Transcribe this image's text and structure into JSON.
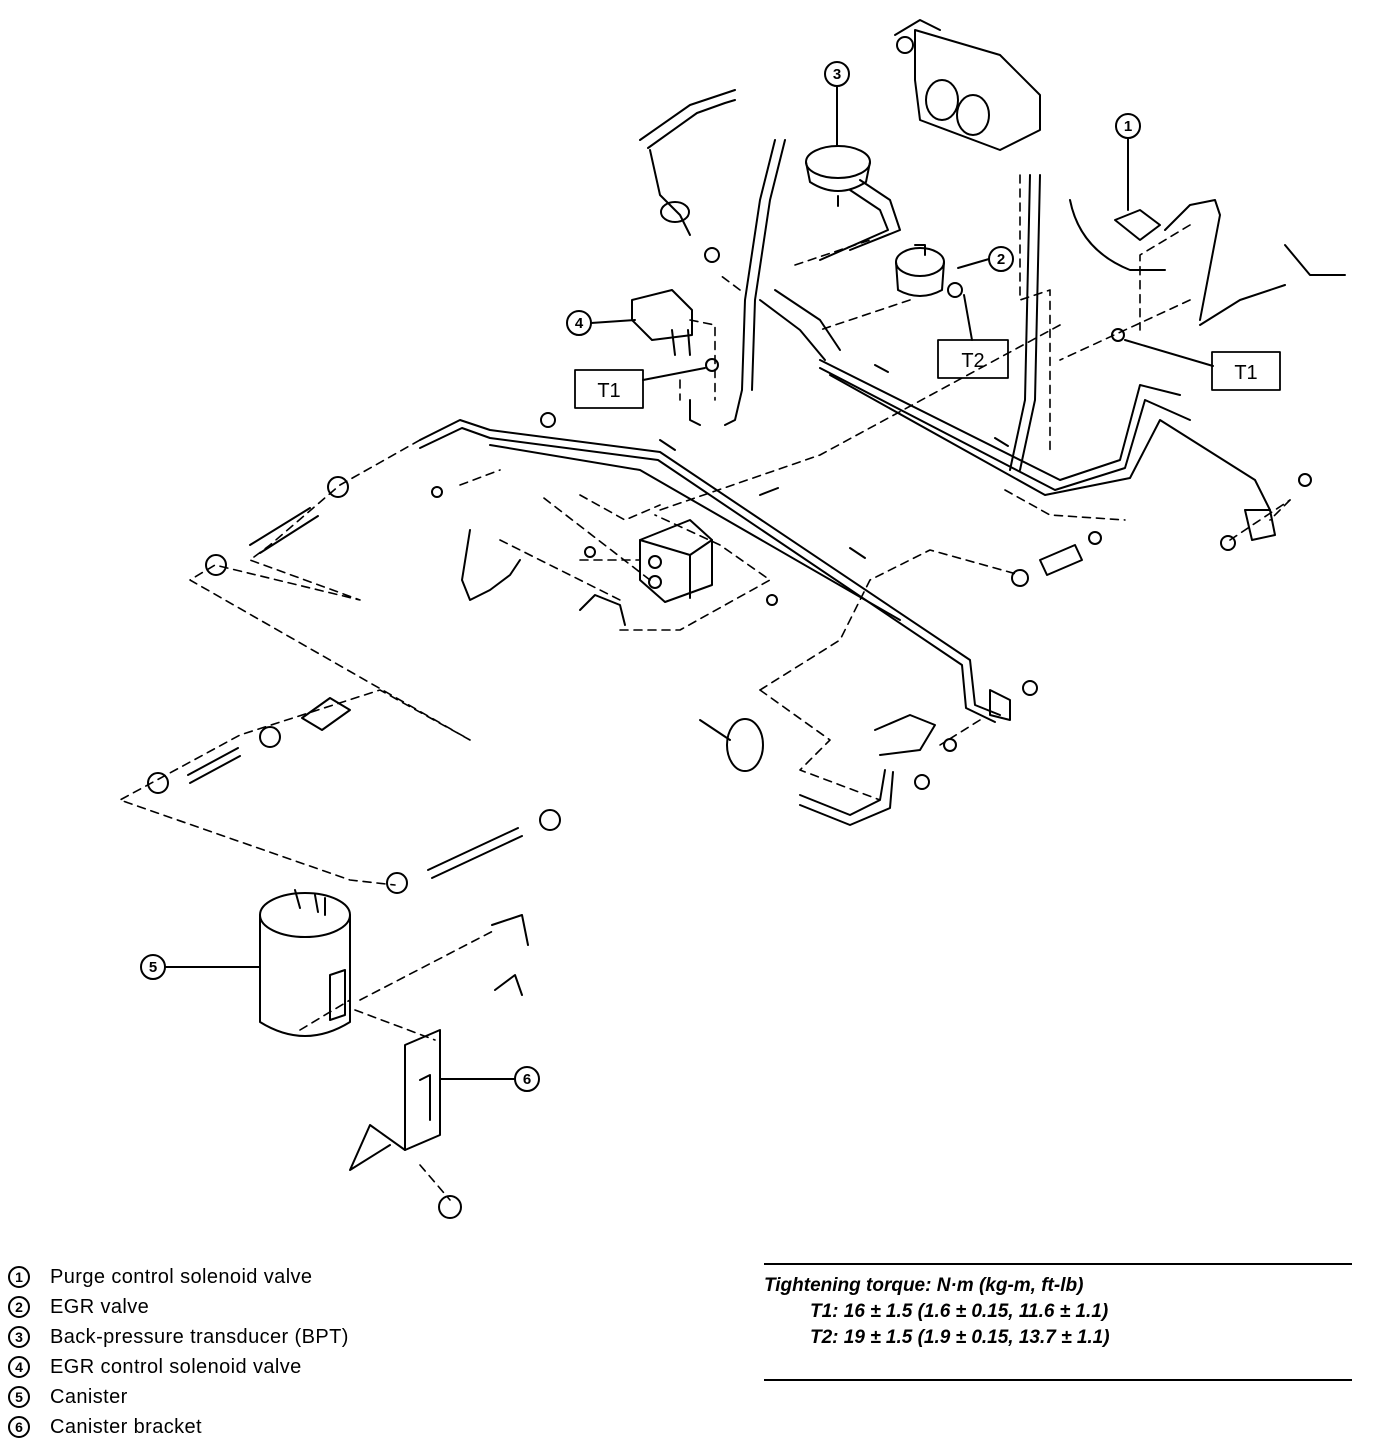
{
  "callouts": [
    {
      "num": "1",
      "name": "Purge control solenoid valve"
    },
    {
      "num": "2",
      "name": "EGR valve"
    },
    {
      "num": "3",
      "name": "Back-pressure transducer (BPT)"
    },
    {
      "num": "4",
      "name": "EGR control solenoid valve"
    },
    {
      "num": "5",
      "name": "Canister"
    },
    {
      "num": "6",
      "name": "Canister bracket"
    }
  ],
  "torque_labels": {
    "t1": "T1",
    "t2": "T2"
  },
  "torque": {
    "title": "Tightening torque: N·m (kg-m, ft-lb)",
    "lines": [
      "T1: 16 ± 1.5 (1.6 ± 0.15, 11.6 ± 1.1)",
      "T2: 19 ± 1.5 (1.9 ± 0.15, 13.7 ± 1.1)"
    ]
  }
}
